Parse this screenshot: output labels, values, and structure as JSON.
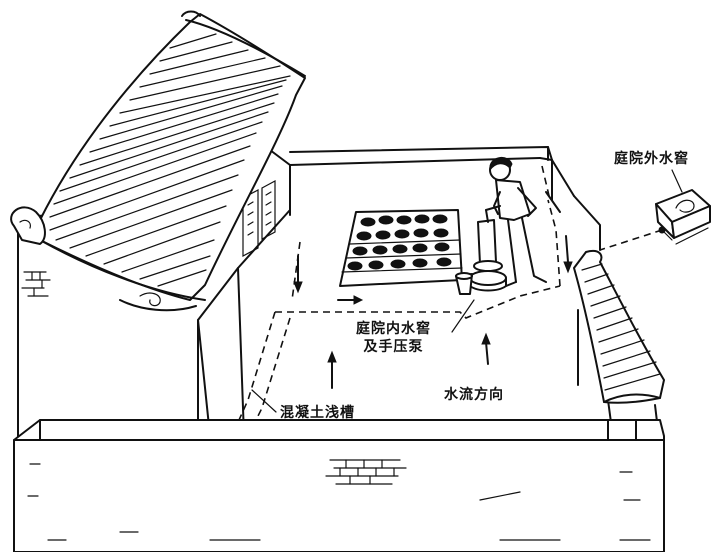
{
  "labels": {
    "outer_cistern": "庭院外水窖",
    "inner_cistern_line1": "庭院内水窖",
    "inner_cistern_line2": "及手压泵",
    "flow_direction": "水流方向",
    "concrete_trough": "混凝土浅槽"
  }
}
